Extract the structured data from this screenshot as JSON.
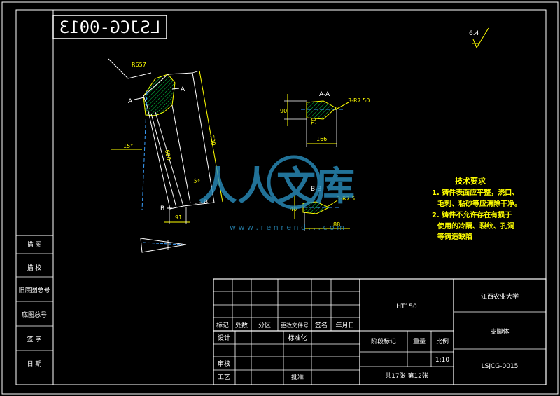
{
  "drawing_number_mirrored": "LSJCG-0013",
  "roughness": "6.4",
  "main_view": {
    "radius_label": "R657",
    "cut_a_left": "A",
    "cut_a_right": "A",
    "angle_label": "15°",
    "length_label": "730",
    "inner_label": "690",
    "tip_angle_label": "5°",
    "cut_b_left": "B",
    "cut_b_right": "B",
    "width_label": "91"
  },
  "section_aa": {
    "title": "A-A",
    "height": "90",
    "inner_height": "70",
    "width": "166",
    "callout": "3-R7.50"
  },
  "section_bb": {
    "title": "B-B",
    "height": "40",
    "width": "88",
    "callout": "3-R7.5"
  },
  "tech_requirements": {
    "heading": "技术要求",
    "lines": [
      "1. 铸件表面应平整，浇口、",
      "毛刺、粘砂等应清除干净。",
      "2. 铸件不允许存在有损于",
      "使用的冷隔、裂纹、孔洞",
      "等铸造缺陷"
    ]
  },
  "watermark": {
    "main": "人人文库",
    "url": "w w w . r e n r e n d . . . c o m"
  },
  "side_labels": [
    "描 图",
    "描 校",
    "旧底图总号",
    "底图总号",
    "签 字",
    "日 期"
  ],
  "title_block": {
    "material": "HT150",
    "school": "江西农业大学",
    "part_name": "支脚体",
    "drawing_number": "LSJCG-0015",
    "scale": "1:10",
    "sheet_info": "共17张  第12张",
    "header_row": [
      "标记",
      "处数",
      "分区",
      "更改文件号",
      "签名",
      "年月日"
    ],
    "design": "设计",
    "standardize": "标准化",
    "stage_mark": "阶段标记",
    "weight": "重量",
    "scale_label": "比例",
    "review": "审核",
    "process": "工艺",
    "approve": "批准"
  }
}
